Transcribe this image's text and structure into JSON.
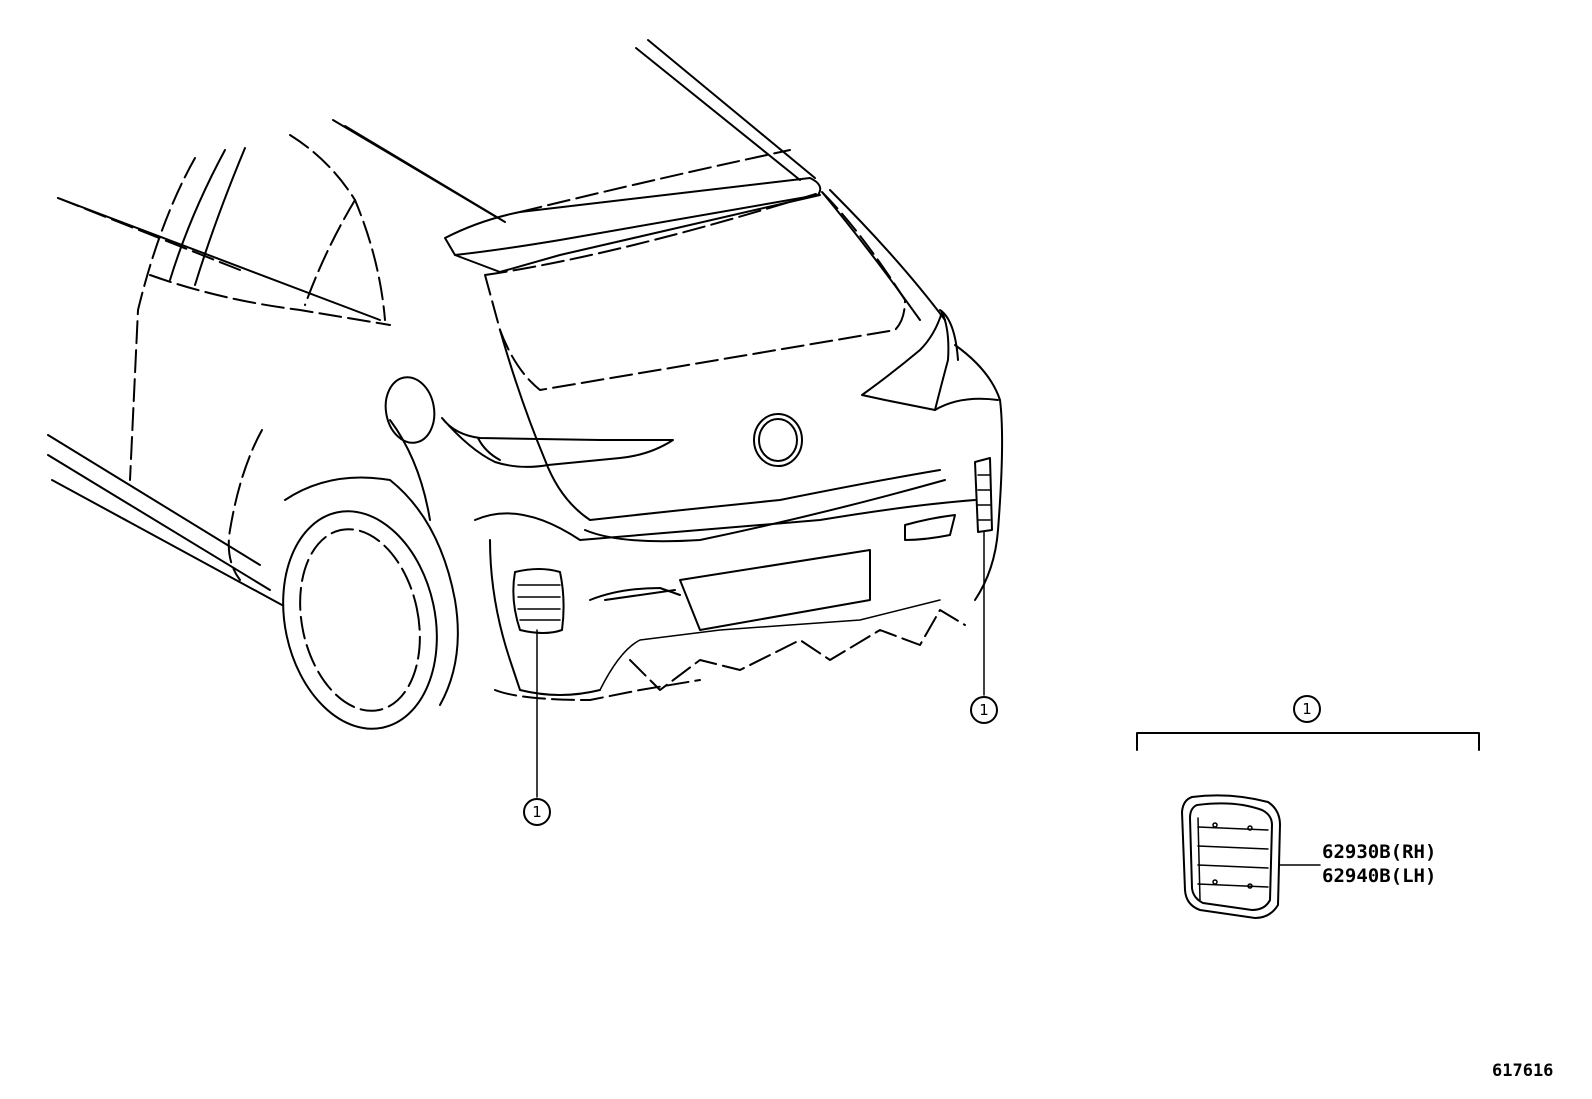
{
  "callouts": {
    "left_vent": "1",
    "right_vent": "1",
    "detail_group": "1"
  },
  "parts": [
    {
      "number": "62930B(RH)"
    },
    {
      "number": "62940B(LH)"
    }
  ],
  "figure_id": "617616"
}
